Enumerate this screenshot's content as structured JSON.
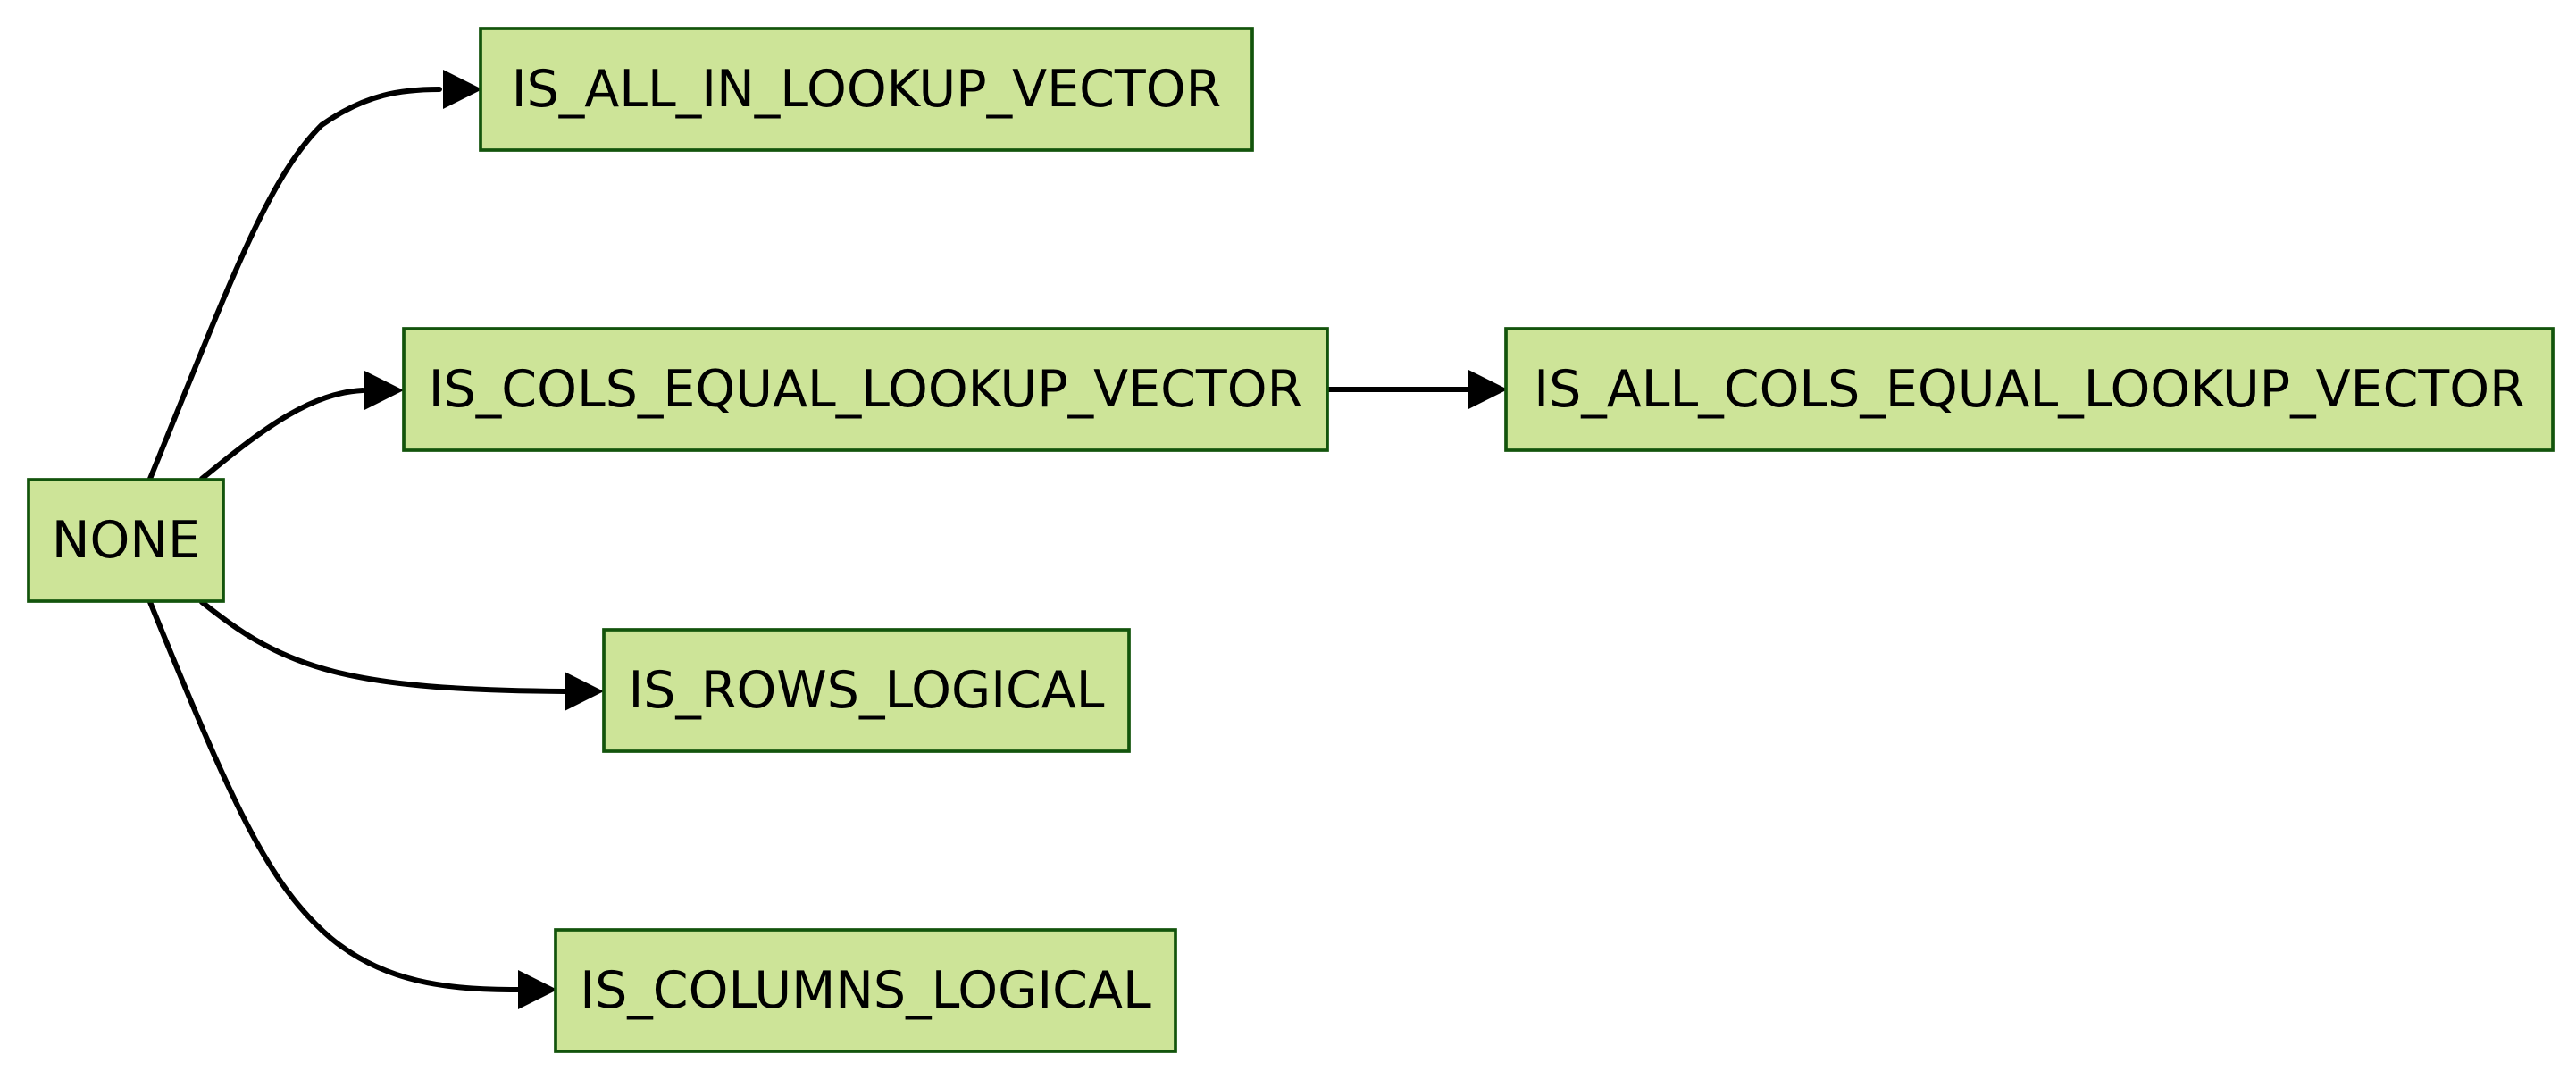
{
  "colors": {
    "node_fill": "#cde498",
    "node_stroke": "#13540c",
    "edge": "#000000",
    "text": "#000000",
    "background": "#ffffff"
  },
  "nodes": {
    "none": "NONE",
    "is_all_in_lookup_vector": "IS_ALL_IN_LOOKUP_VECTOR",
    "is_cols_equal_lookup_vector": "IS_COLS_EQUAL_LOOKUP_VECTOR",
    "is_all_cols_equal_lookup_vector": "IS_ALL_COLS_EQUAL_LOOKUP_VECTOR",
    "is_rows_logical": "IS_ROWS_LOGICAL",
    "is_columns_logical": "IS_COLUMNS_LOGICAL"
  },
  "edges": [
    {
      "from": "NONE",
      "to": "IS_ALL_IN_LOOKUP_VECTOR"
    },
    {
      "from": "NONE",
      "to": "IS_COLS_EQUAL_LOOKUP_VECTOR"
    },
    {
      "from": "NONE",
      "to": "IS_ROWS_LOGICAL"
    },
    {
      "from": "NONE",
      "to": "IS_COLUMNS_LOGICAL"
    },
    {
      "from": "IS_COLS_EQUAL_LOOKUP_VECTOR",
      "to": "IS_ALL_COLS_EQUAL_LOOKUP_VECTOR"
    }
  ]
}
